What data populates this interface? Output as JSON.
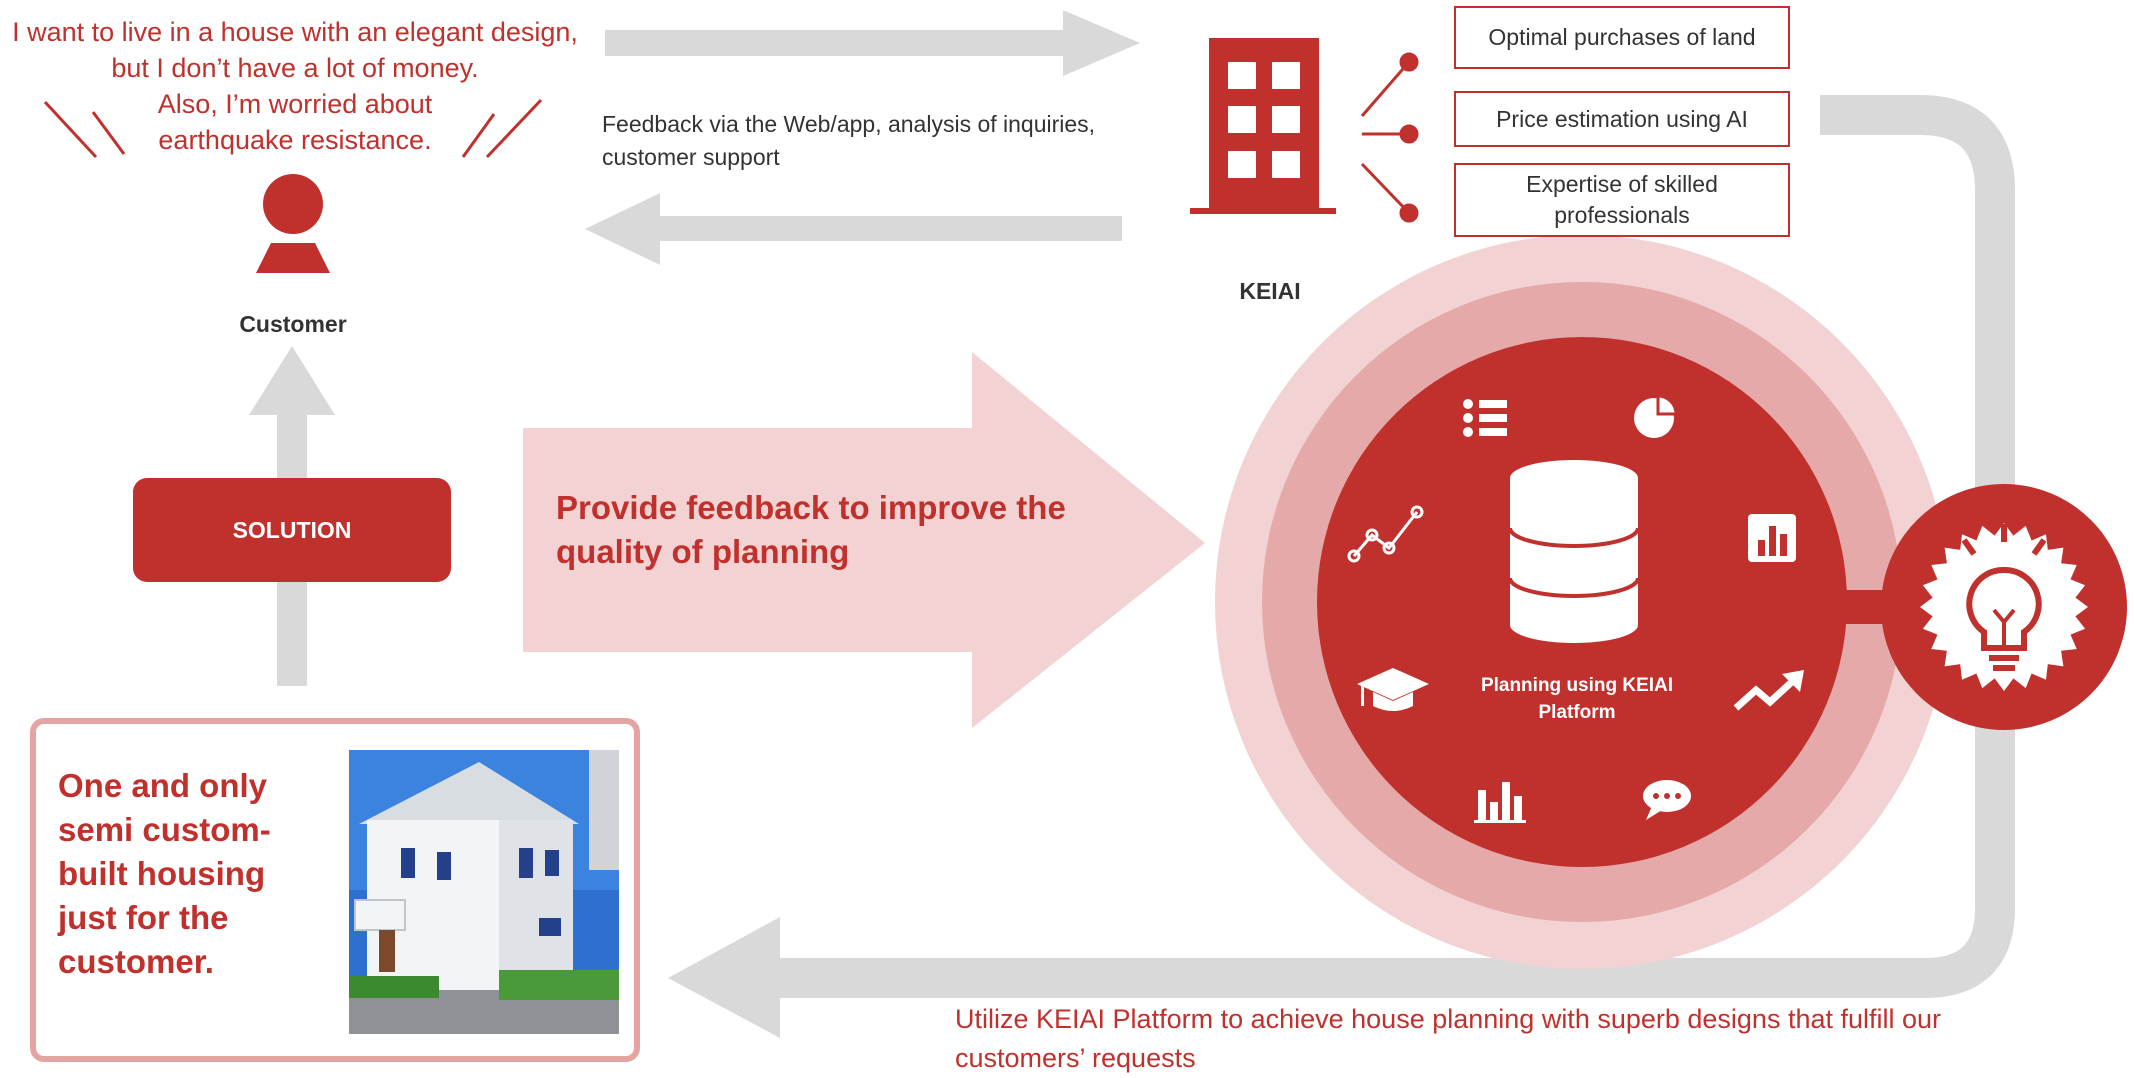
{
  "customer": {
    "quote_lines": [
      "I want to live in a house with an elegant design,",
      "but I don’t have a lot of money.",
      "Also, I’m worried about",
      "earthquake resistance."
    ],
    "label": "Customer"
  },
  "company": {
    "label": "KEIAI",
    "features": [
      "Optimal purchases of land",
      "Price estimation using AI",
      "Expertise of skilled professionals"
    ]
  },
  "feedback_note": "Feedback via the Web/app, analysis of inquiries, customer support",
  "solution_label": "SOLUTION",
  "improve_text": "Provide feedback to improve the quality of planning",
  "result": {
    "text": "One and only semi custom-built housing just for the customer."
  },
  "platform": {
    "caption": "Planning using KEIAI Platform",
    "icons": [
      "list-icon",
      "pie-chart-icon",
      "line-chart-icon",
      "bar-chart-icon",
      "graduation-cap-icon",
      "trend-up-icon",
      "column-chart-icon",
      "chat-bubble-icon",
      "database-icon",
      "lightbulb-icon",
      "building-icon",
      "person-icon",
      "house-photo"
    ]
  },
  "bottom_caption": "Utilize KEIAI Platform to achieve house planning with superb designs that fulfill our customers’ requests",
  "colors": {
    "accent": "#c0312d",
    "pale": "#f2d2d2",
    "mid": "#e4a9a8",
    "gray": "#d9d9d9",
    "text": "#333333"
  }
}
